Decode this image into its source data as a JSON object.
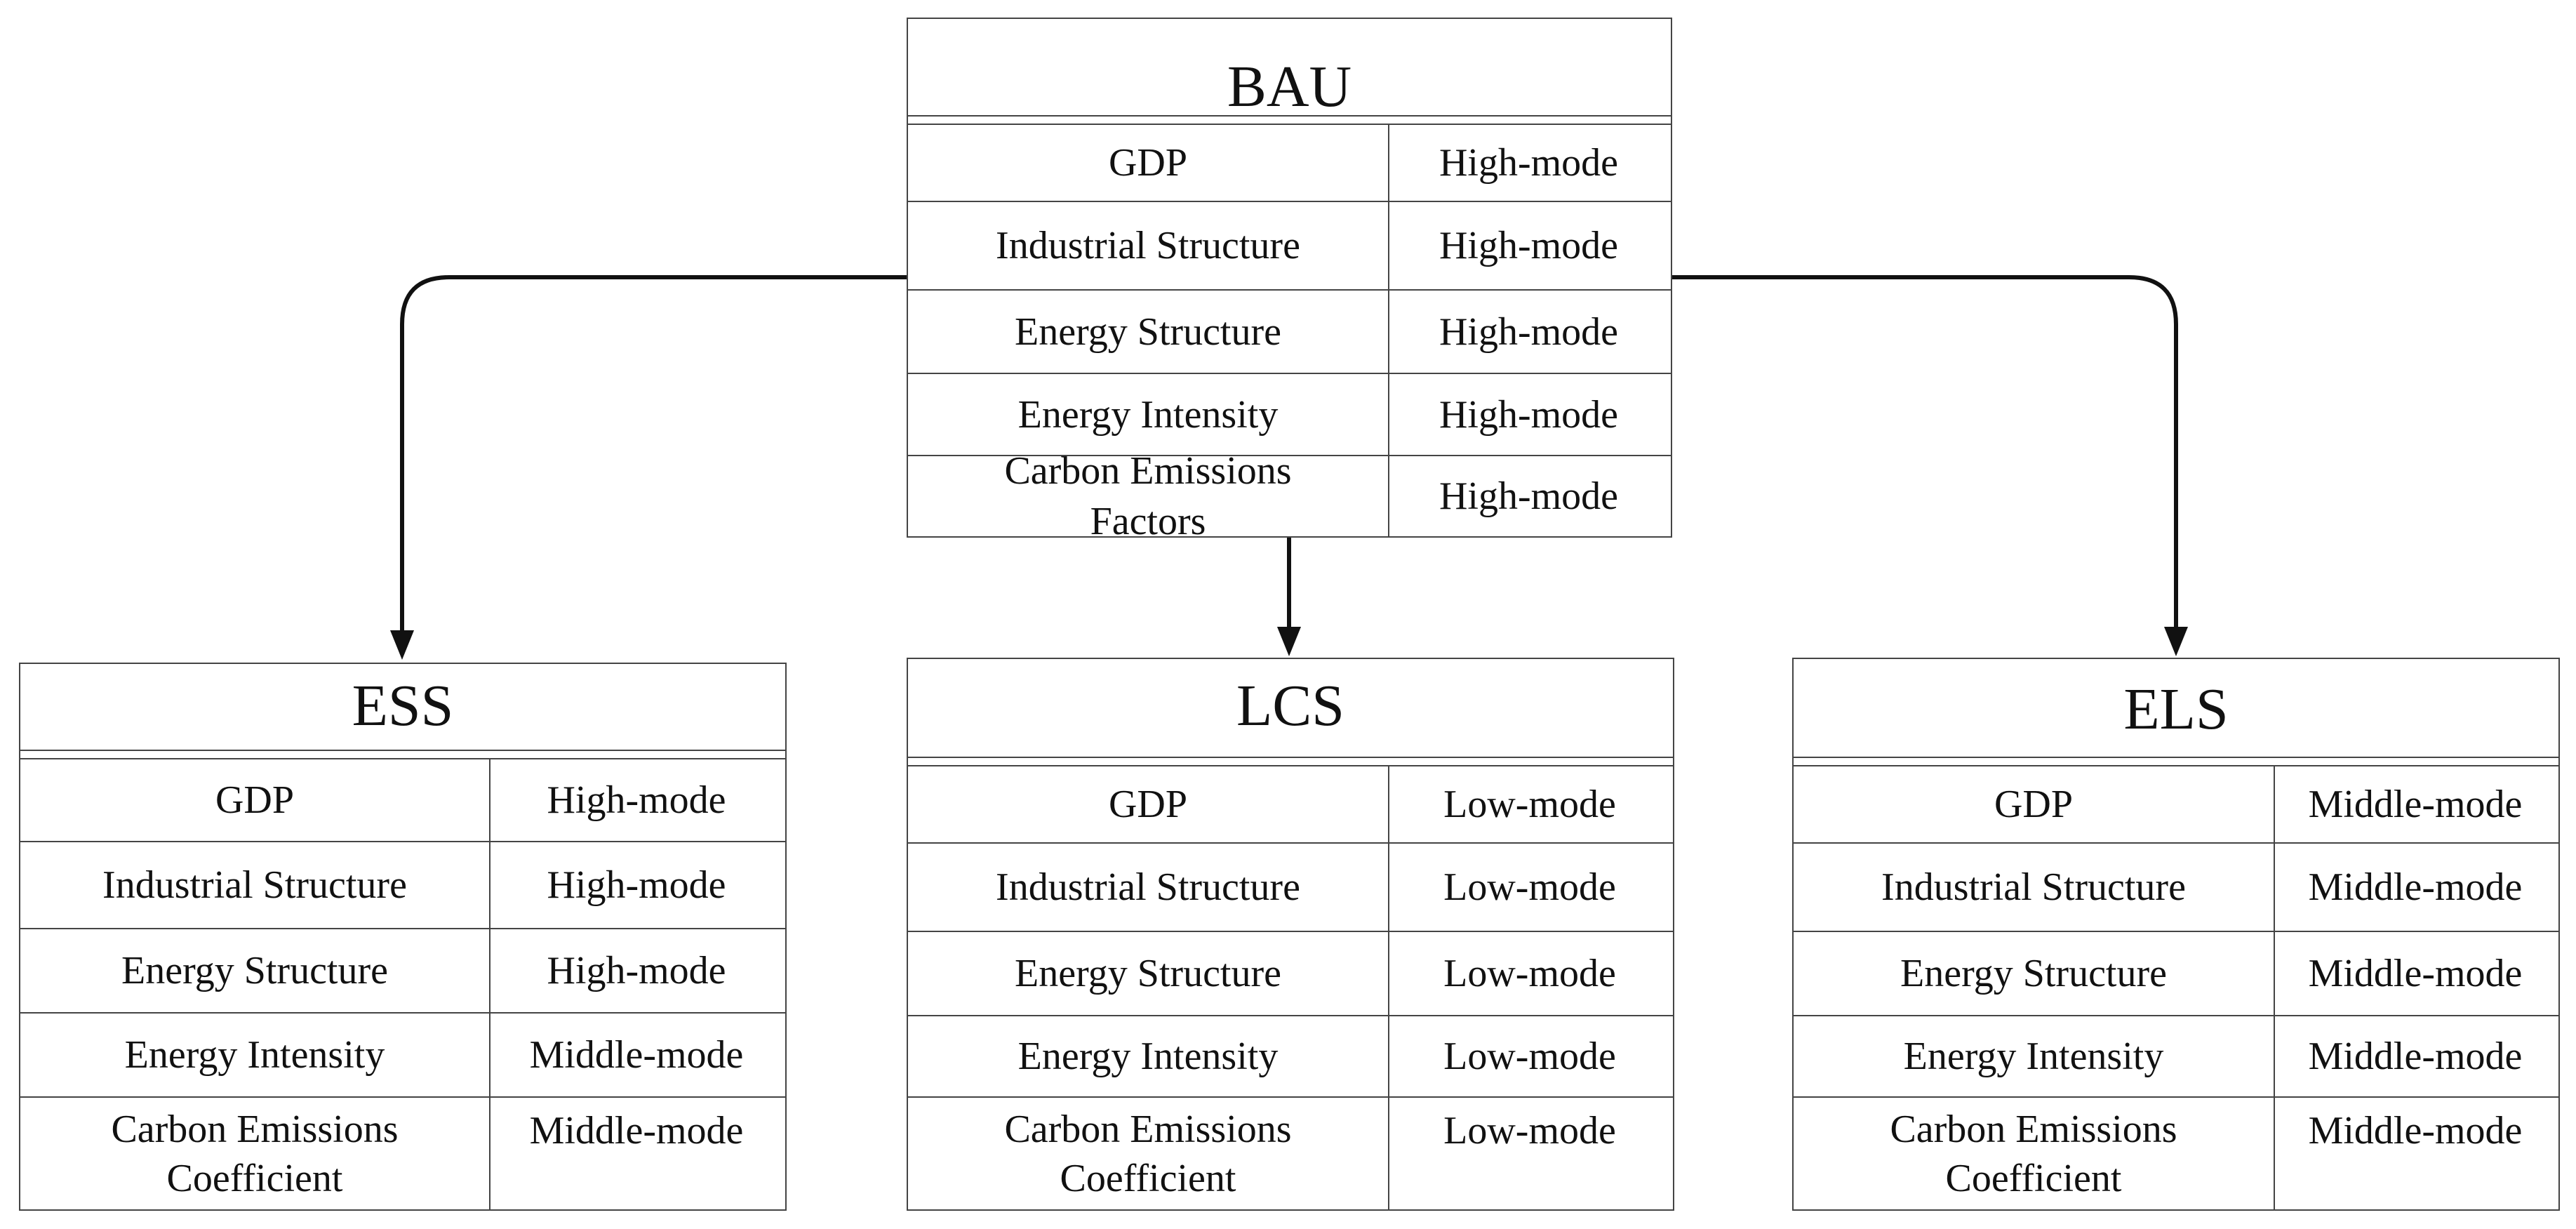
{
  "boxes": {
    "bau": {
      "title": "BAU",
      "rows": [
        {
          "factor": "GDP",
          "mode": "High-mode"
        },
        {
          "factor": "Industrial Structure",
          "mode": "High-mode"
        },
        {
          "factor": "Energy Structure",
          "mode": "High-mode"
        },
        {
          "factor": "Energy Intensity",
          "mode": "High-mode"
        },
        {
          "factor": "Carbon Emissions Factors",
          "mode": "High-mode"
        }
      ]
    },
    "ess": {
      "title": "ESS",
      "rows": [
        {
          "factor": "GDP",
          "mode": "High-mode"
        },
        {
          "factor": "Industrial Structure",
          "mode": "High-mode"
        },
        {
          "factor": "Energy Structure",
          "mode": "High-mode"
        },
        {
          "factor": "Energy Intensity",
          "mode": "Middle-mode"
        },
        {
          "factor": "Carbon Emissions Coefficient",
          "mode": "Middle-mode"
        }
      ]
    },
    "lcs": {
      "title": "LCS",
      "rows": [
        {
          "factor": "GDP",
          "mode": "Low-mode"
        },
        {
          "factor": "Industrial Structure",
          "mode": "Low-mode"
        },
        {
          "factor": "Energy Structure",
          "mode": "Low-mode"
        },
        {
          "factor": "Energy Intensity",
          "mode": "Low-mode"
        },
        {
          "factor": "Carbon Emissions Coefficient",
          "mode": "Low-mode"
        }
      ]
    },
    "els": {
      "title": "ELS",
      "rows": [
        {
          "factor": "GDP",
          "mode": "Middle-mode"
        },
        {
          "factor": "Industrial Structure",
          "mode": "Middle-mode"
        },
        {
          "factor": "Energy Structure",
          "mode": "Middle-mode"
        },
        {
          "factor": "Energy Intensity",
          "mode": "Middle-mode"
        },
        {
          "factor": "Carbon Emissions Coefficient",
          "mode": "Middle-mode"
        }
      ]
    }
  },
  "colors": {
    "line": "#111111",
    "border": "#444444"
  }
}
